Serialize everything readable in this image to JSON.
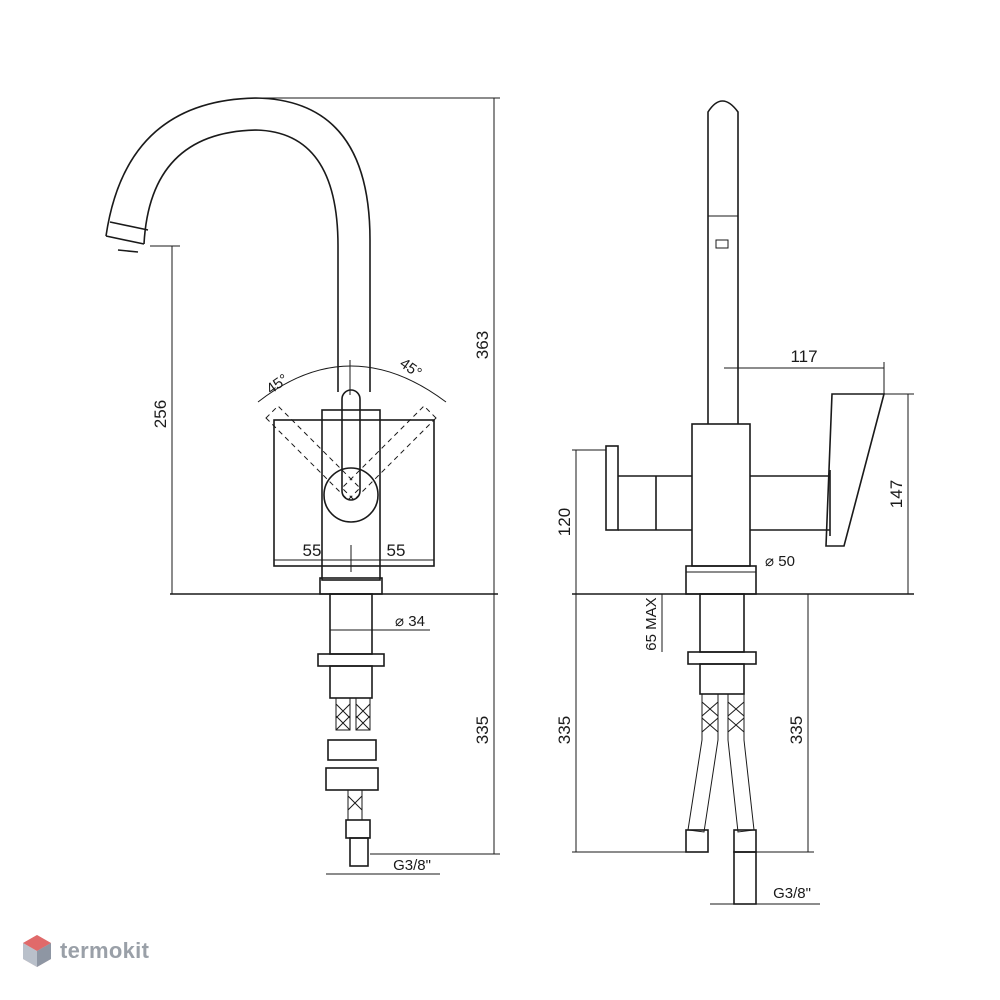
{
  "front_view": {
    "height_total": "363",
    "height_spout": "256",
    "angle_left": "45°",
    "angle_right": "45°",
    "reach_left": "55",
    "reach_right": "55",
    "body_diameter": "⌀ 34",
    "hose_length": "335",
    "thread": "G3/8\""
  },
  "side_view": {
    "reach": "117",
    "lever_height": "147",
    "body_height": "120",
    "base_diameter": "⌀ 50",
    "deck_thickness": "65 MAX",
    "hose_length_left": "335",
    "hose_length_right": "335",
    "thread": "G3/8\""
  },
  "logo": {
    "text": "termokit",
    "icon": "hexagon-cube-icon",
    "color": "#9aa0a8",
    "accent": "#e06a6a"
  }
}
